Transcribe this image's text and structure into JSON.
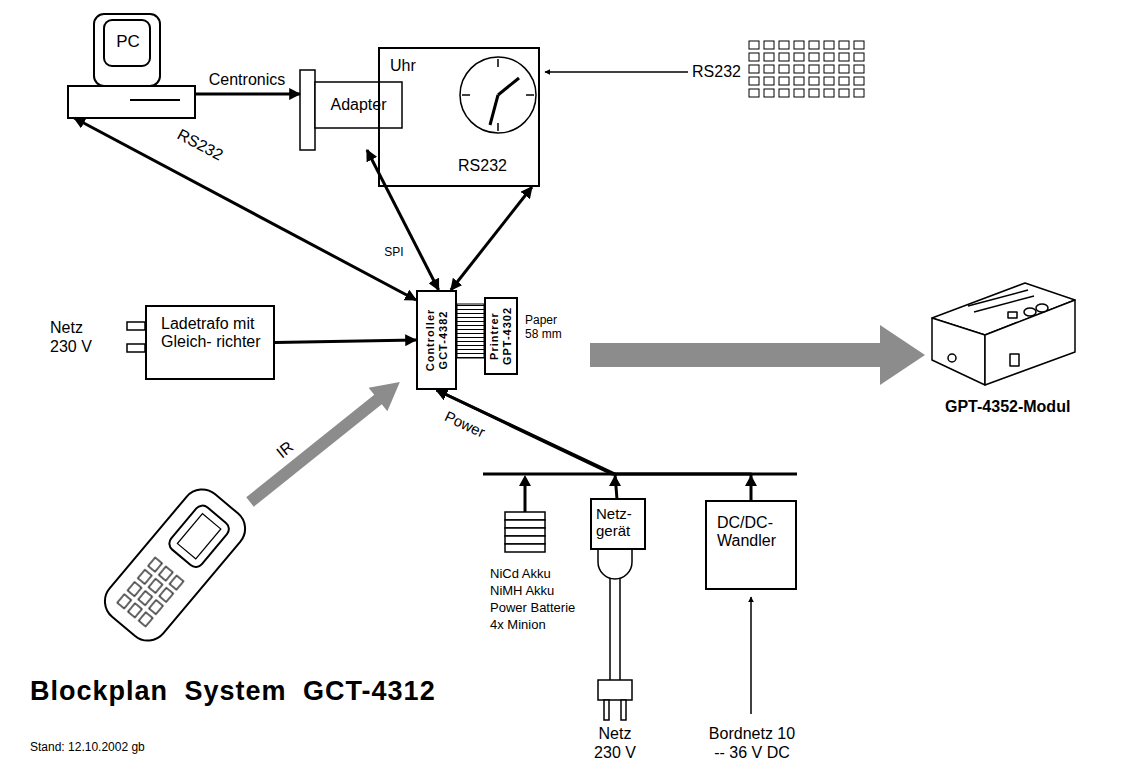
{
  "diagram": {
    "title": "Blockplan System GCT-4312",
    "nodes": [
      {
        "text": [
          "PC"
        ]
      },
      {
        "text": [
          "Adapter"
        ]
      },
      {
        "text": [
          "Uhr",
          "RS232"
        ]
      },
      {
        "text": [
          "Ladetrafo mit Gleich- richter"
        ]
      },
      {
        "text": [
          "Controller GCT-4382"
        ]
      },
      {
        "text": [
          "Printrer GPT-4302"
        ]
      },
      {
        "text": [
          "Netz- gerät"
        ]
      },
      {
        "text": [
          "DC/DC- Wandler"
        ]
      }
    ],
    "edges": [
      {
        "from": 0,
        "to": 1,
        "arrow": "to",
        "label": "Centronics"
      },
      {
        "from": 4,
        "to": 0,
        "arrow": "both",
        "label": "RS232"
      },
      {
        "from": 1,
        "to": 4,
        "arrow": "both",
        "label": "SPI"
      },
      {
        "from": 4,
        "to": 2,
        "arrow": "both"
      },
      {
        "from": 3,
        "to": 4,
        "arrow": "to"
      },
      {
        "from": 6,
        "to": 4,
        "arrow": "to"
      },
      {
        "from": 7,
        "to": 4,
        "arrow": "to"
      }
    ],
    "labels": [
      "RS232",
      "Netz 230 V",
      "Paper 58 mm",
      "IR",
      "Power",
      "NiCd Akku",
      "NiMH Akku",
      "Power Batterie",
      "4x Minion",
      "Netz 230 V",
      "Bordnetz 10 -- 36 V DC",
      "GPT-4352-Modul",
      "Stand: 12.10.2002 gb"
    ]
  }
}
